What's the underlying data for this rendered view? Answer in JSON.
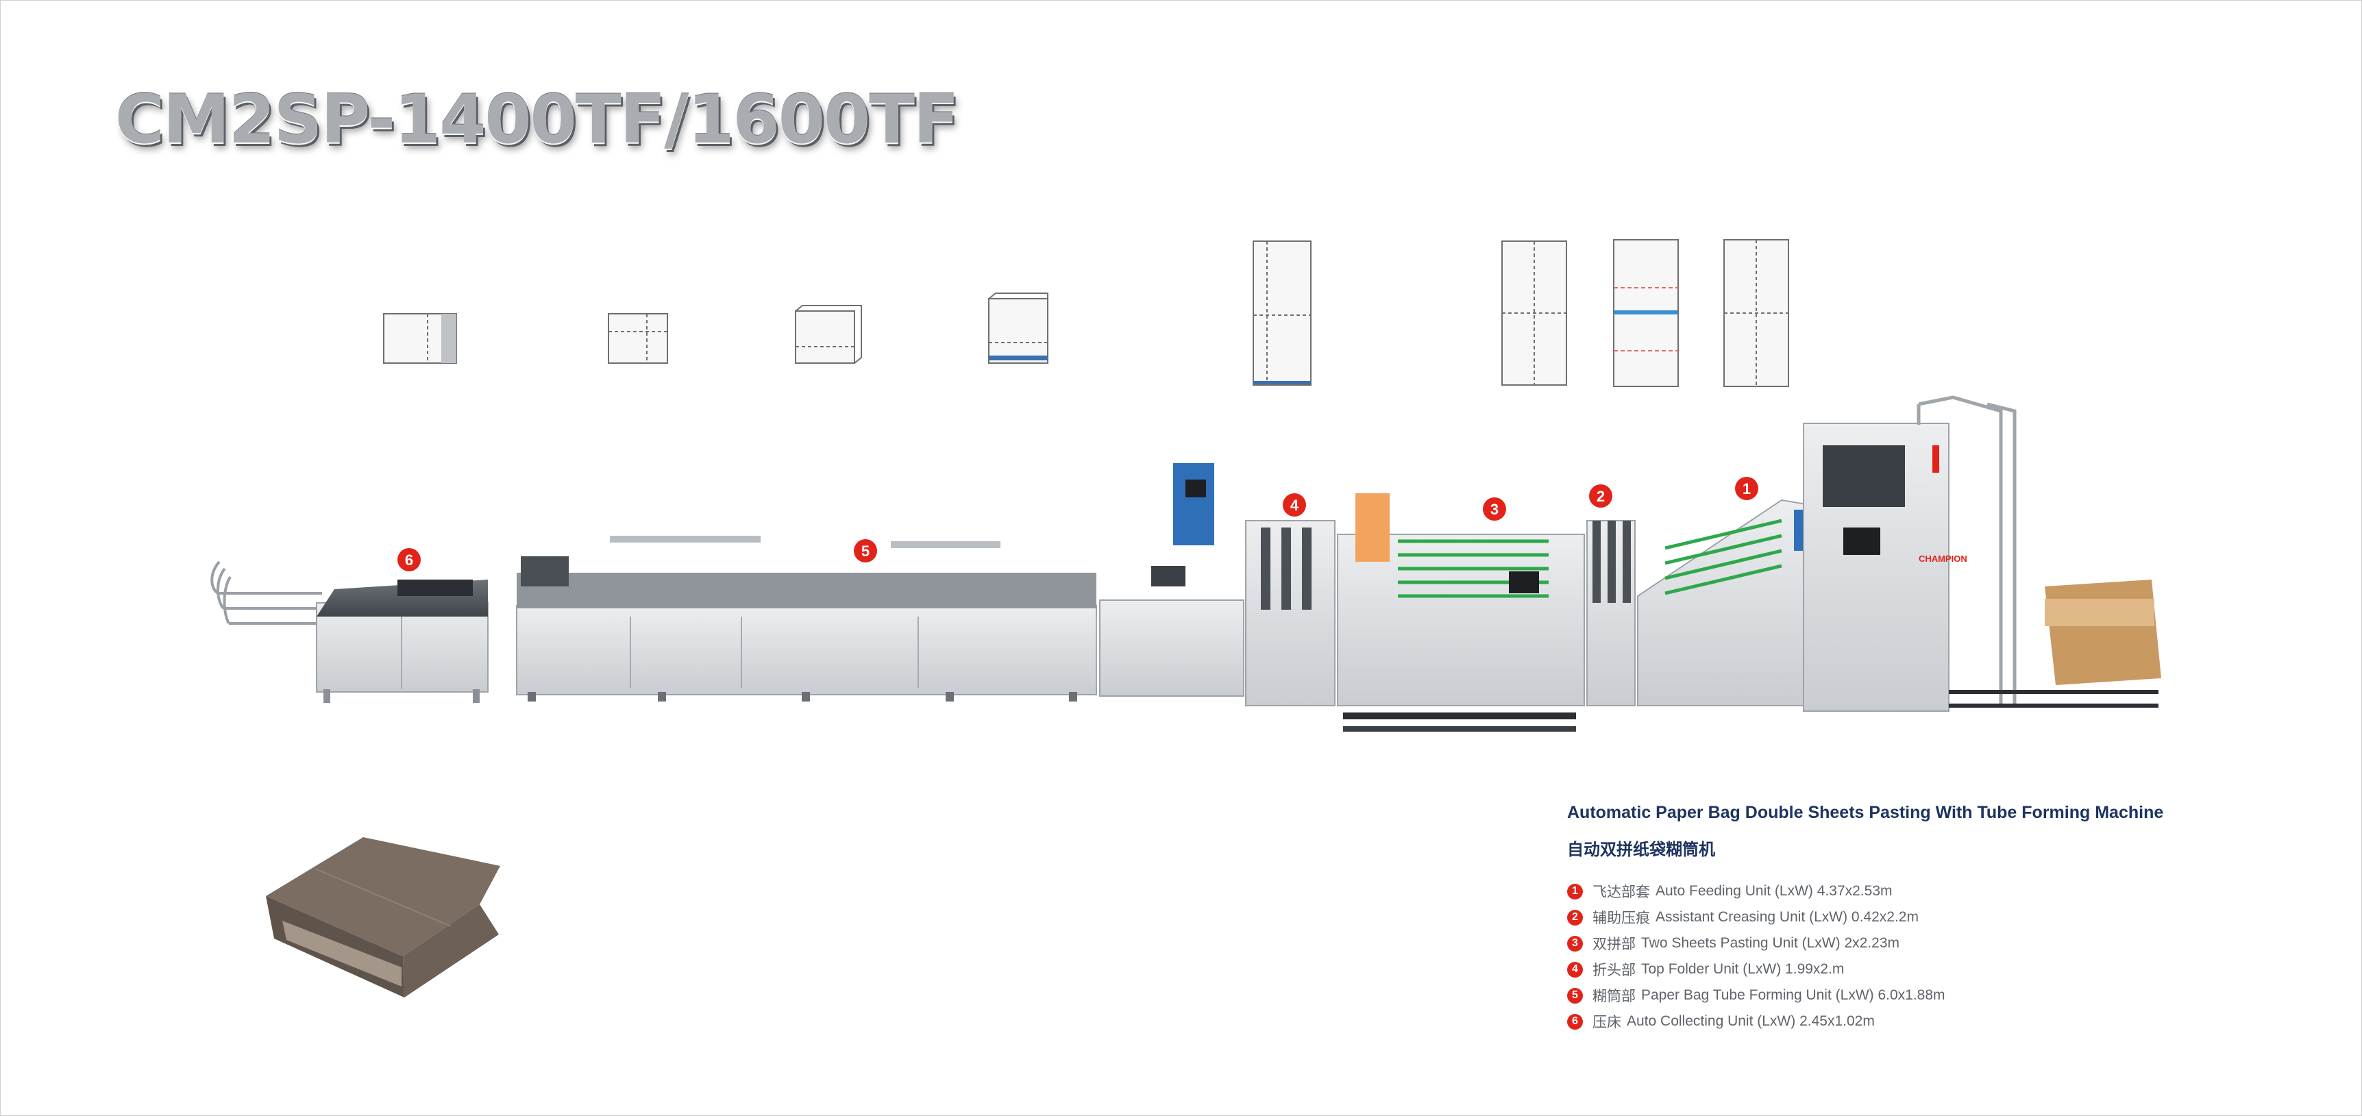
{
  "model": "CM2SP-1400TF/1600TF",
  "machine_title_en": "Automatic Paper Bag Double Sheets Pasting With Tube Forming Machine",
  "machine_title_cn": "自动双拼纸袋糊筒机",
  "brand": "CHAMPION",
  "units": [
    {
      "num": "1",
      "cn": "飞达部套",
      "en": "Auto Feeding Unit (LxW) 4.37x2.53m"
    },
    {
      "num": "2",
      "cn": "辅助压痕",
      "en": "Assistant Creasing Unit (LxW) 0.42x2.2m"
    },
    {
      "num": "3",
      "cn": "双拼部",
      "en": "Two Sheets Pasting Unit (LxW) 2x2.23m"
    },
    {
      "num": "4",
      "cn": "折头部",
      "en": "Top Folder Unit (LxW) 1.99x2.m"
    },
    {
      "num": "5",
      "cn": "糊筒部",
      "en": "Paper Bag Tube Forming Unit (LxW) 6.0x1.88m"
    },
    {
      "num": "6",
      "cn": "压床",
      "en": "Auto Collecting Unit (LxW) 2.45x1.02m"
    }
  ],
  "colors": {
    "accent_red": "#e2231a",
    "title_navy": "#1e3461",
    "machine_gray": "#d7d9dc",
    "panel_blue": "#2f6fb8",
    "rail_green": "#2ea84a",
    "glue_orange": "#f2a35e",
    "bag_brown": "#7b6d62"
  }
}
